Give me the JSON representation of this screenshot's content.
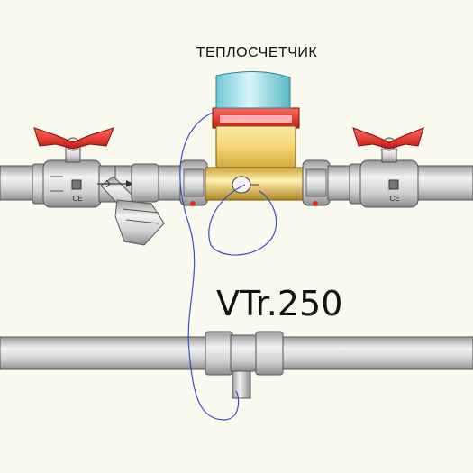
{
  "labels": {
    "meter_title": "ТЕПЛОСЧЕТЧИК",
    "tee_model": "VTr.250"
  },
  "marks": {
    "valve_body": "CE"
  },
  "colors": {
    "background": "#fbfaef",
    "pipe": "#d2d2d2",
    "valve_handle": "#e0261f",
    "meter_cap": "#8fe0ea",
    "meter_band": "#e8505a",
    "meter_body": "#f2d77a",
    "sensor_wire": "#3a4fc0"
  },
  "icons": [
    "ball-valve-icon",
    "strainer-icon",
    "heat-meter-icon",
    "tee-fitting-icon",
    "flow-arrow-icon",
    "ce-mark-icon"
  ]
}
